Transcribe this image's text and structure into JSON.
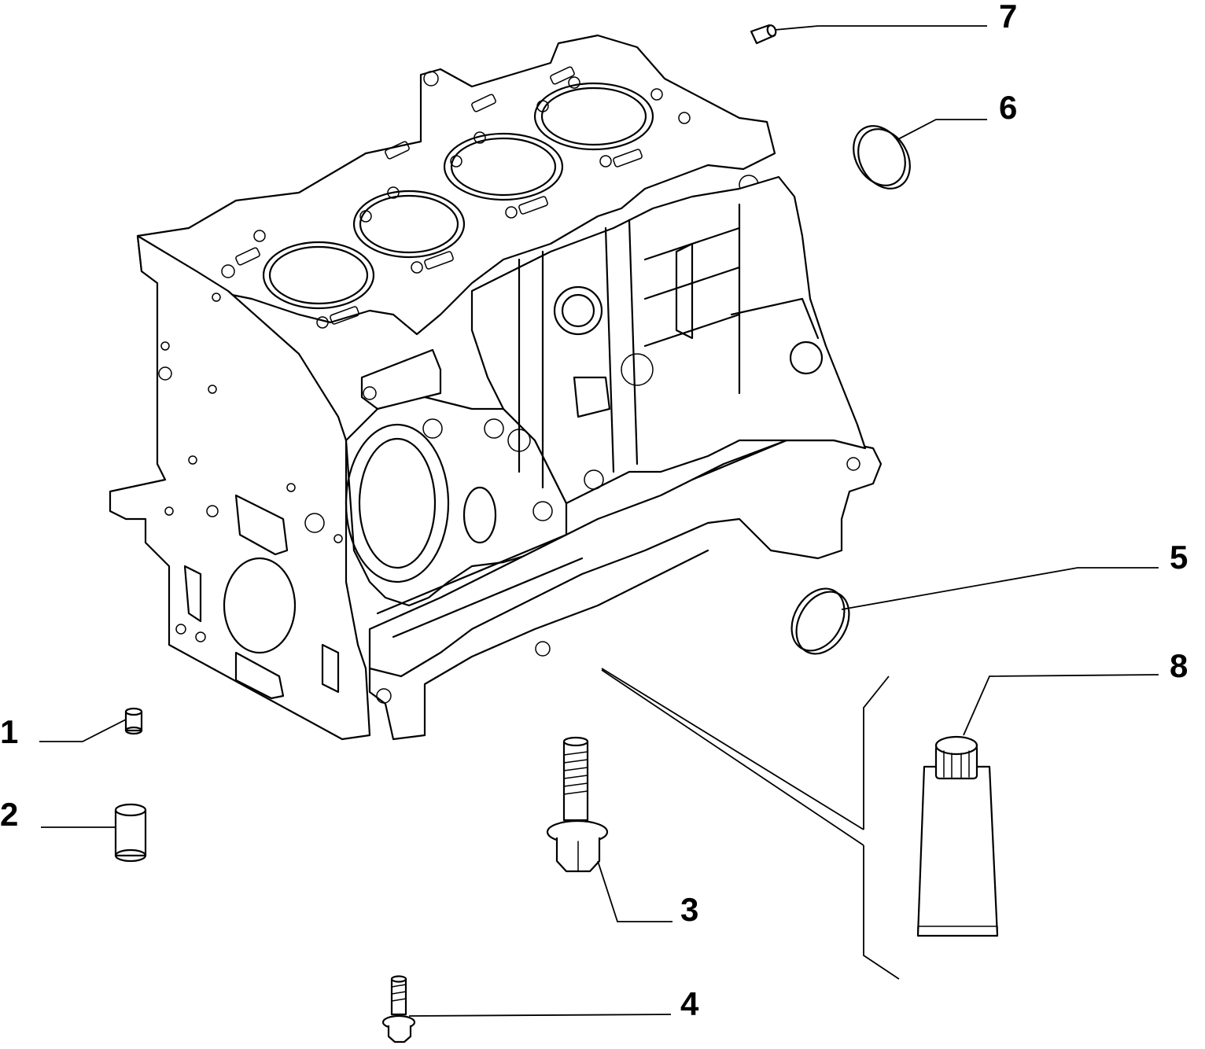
{
  "diagram": {
    "callouts": [
      {
        "id": "1",
        "label": "1"
      },
      {
        "id": "2",
        "label": "2"
      },
      {
        "id": "3",
        "label": "3"
      },
      {
        "id": "4",
        "label": "4"
      },
      {
        "id": "5",
        "label": "5"
      },
      {
        "id": "6",
        "label": "6"
      },
      {
        "id": "7",
        "label": "7"
      },
      {
        "id": "8",
        "label": "8"
      }
    ],
    "parts": [
      {
        "callout": "1",
        "icon": "dowel-pin-small-icon"
      },
      {
        "callout": "2",
        "icon": "dowel-sleeve-icon"
      },
      {
        "callout": "3",
        "icon": "flange-bolt-long-icon"
      },
      {
        "callout": "4",
        "icon": "flange-bolt-small-icon"
      },
      {
        "callout": "5",
        "icon": "core-plug-large-icon"
      },
      {
        "callout": "6",
        "icon": "core-plug-icon"
      },
      {
        "callout": "7",
        "icon": "plug-small-icon"
      },
      {
        "callout": "8",
        "icon": "sealant-tube-icon"
      },
      {
        "callout": "",
        "icon": "engine-block-icon"
      }
    ]
  }
}
